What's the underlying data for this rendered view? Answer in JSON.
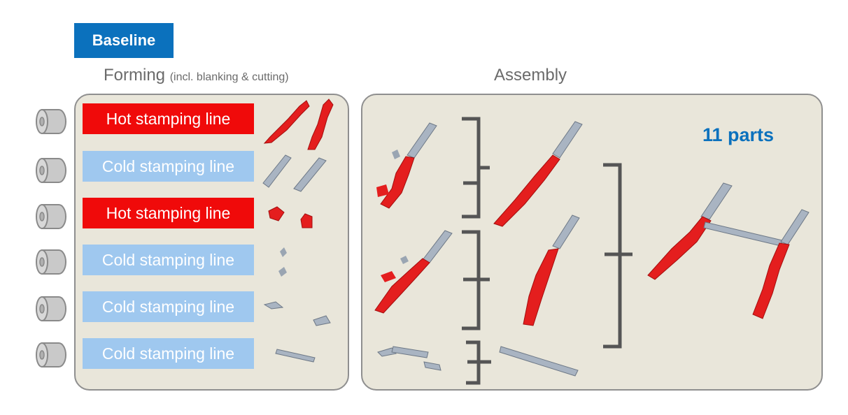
{
  "badge": {
    "label": "Baseline"
  },
  "forming": {
    "title": "Forming",
    "subtitle": "(incl. blanking & cutting)",
    "lines": [
      {
        "label": "Hot stamping line",
        "kind": "hot"
      },
      {
        "label": "Cold stamping line",
        "kind": "cold"
      },
      {
        "label": "Hot stamping line",
        "kind": "hot"
      },
      {
        "label": "Cold stamping line",
        "kind": "cold"
      },
      {
        "label": "Cold stamping line",
        "kind": "cold"
      },
      {
        "label": "Cold stamping line",
        "kind": "cold"
      }
    ]
  },
  "assembly": {
    "title": "Assembly",
    "parts_count": "11 parts"
  },
  "colors": {
    "hot": "#f00a0a",
    "cold": "#9fc8ef",
    "accent": "#0b71bd",
    "panel": "#e9e6da",
    "bracket": "#555555"
  },
  "icons": [
    "steel-coil-icon",
    "red-hot-stamped-part",
    "gray-cold-stamped-part",
    "assembly-bracket"
  ]
}
